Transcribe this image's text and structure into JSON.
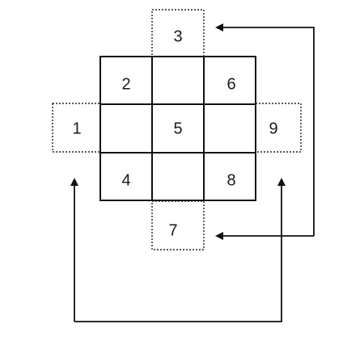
{
  "diagram": {
    "grid_cells": [
      {
        "row": 0,
        "col": 0,
        "label": "2"
      },
      {
        "row": 0,
        "col": 1,
        "label": ""
      },
      {
        "row": 0,
        "col": 2,
        "label": "6"
      },
      {
        "row": 1,
        "col": 0,
        "label": ""
      },
      {
        "row": 1,
        "col": 1,
        "label": "5"
      },
      {
        "row": 1,
        "col": 2,
        "label": ""
      },
      {
        "row": 2,
        "col": 0,
        "label": "4"
      },
      {
        "row": 2,
        "col": 1,
        "label": ""
      },
      {
        "row": 2,
        "col": 2,
        "label": "8"
      }
    ],
    "outer_cells": {
      "top": "3",
      "left": "1",
      "right": "9",
      "bottom": "7"
    }
  }
}
